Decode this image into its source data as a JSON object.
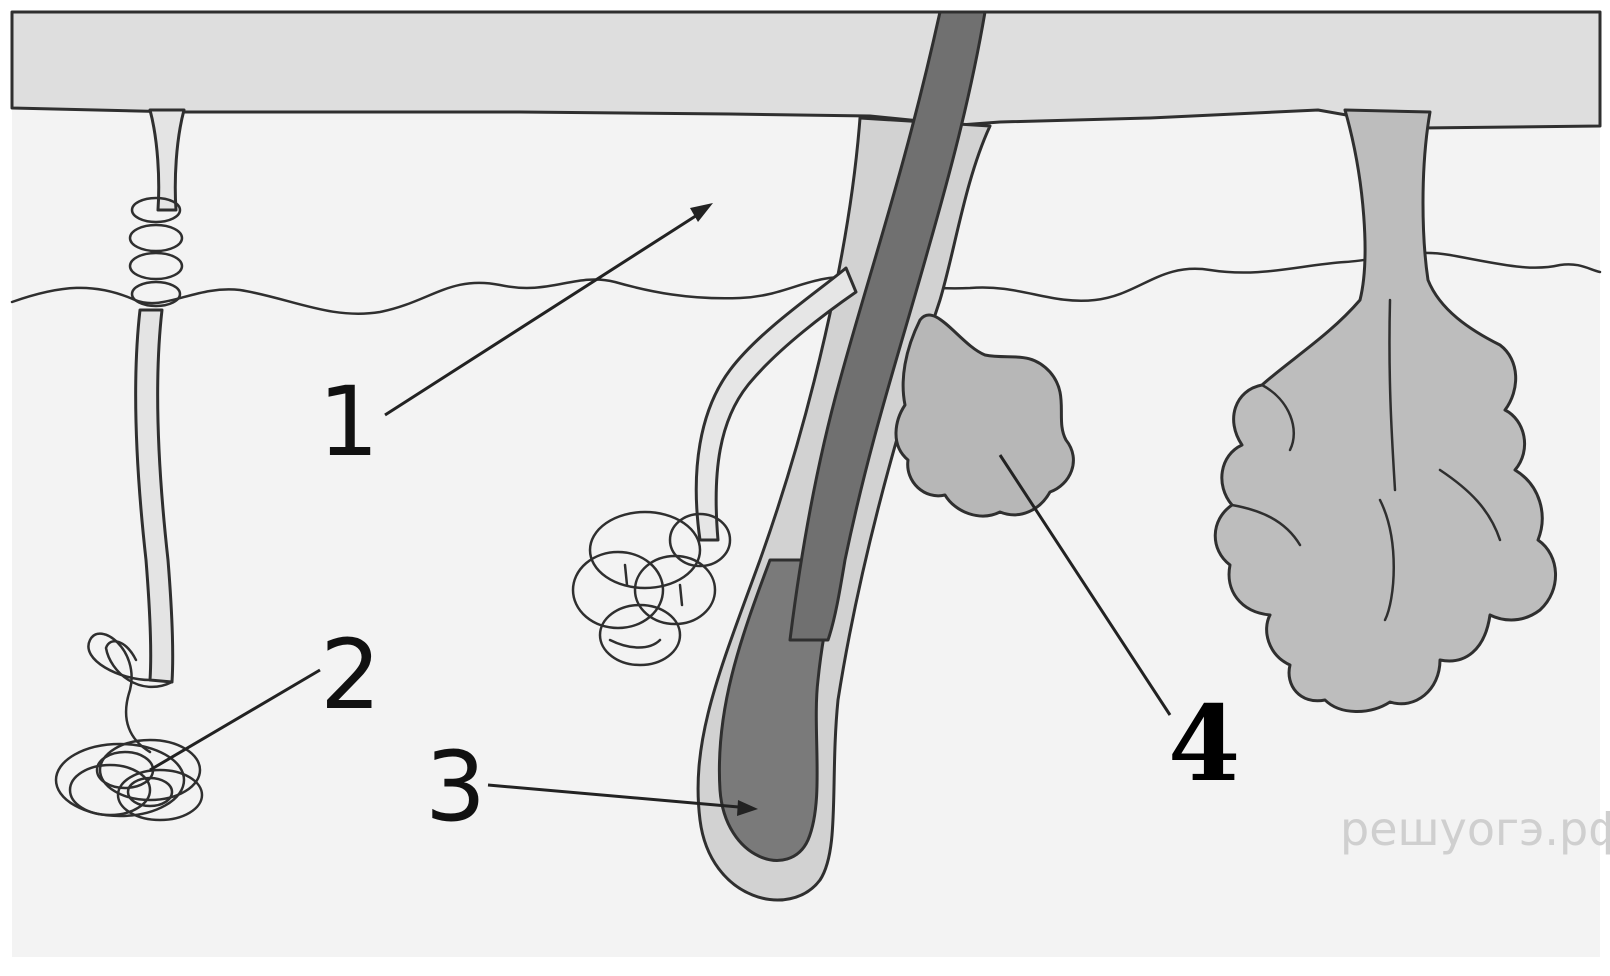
{
  "diagram": {
    "labels": [
      {
        "id": "1",
        "text": "1"
      },
      {
        "id": "2",
        "text": "2"
      },
      {
        "id": "3",
        "text": "3"
      },
      {
        "id": "4",
        "text": "4"
      }
    ],
    "watermark": "решуогэ.рф"
  },
  "colors": {
    "background": "#ffffff",
    "skin": "#f2f2f2",
    "epidermis": "#dedede",
    "sheath": "#c9c9c9",
    "hair_shaft": "#6e6e6e",
    "gland": "#b3b3b3",
    "outline": "#2f2f2f"
  }
}
